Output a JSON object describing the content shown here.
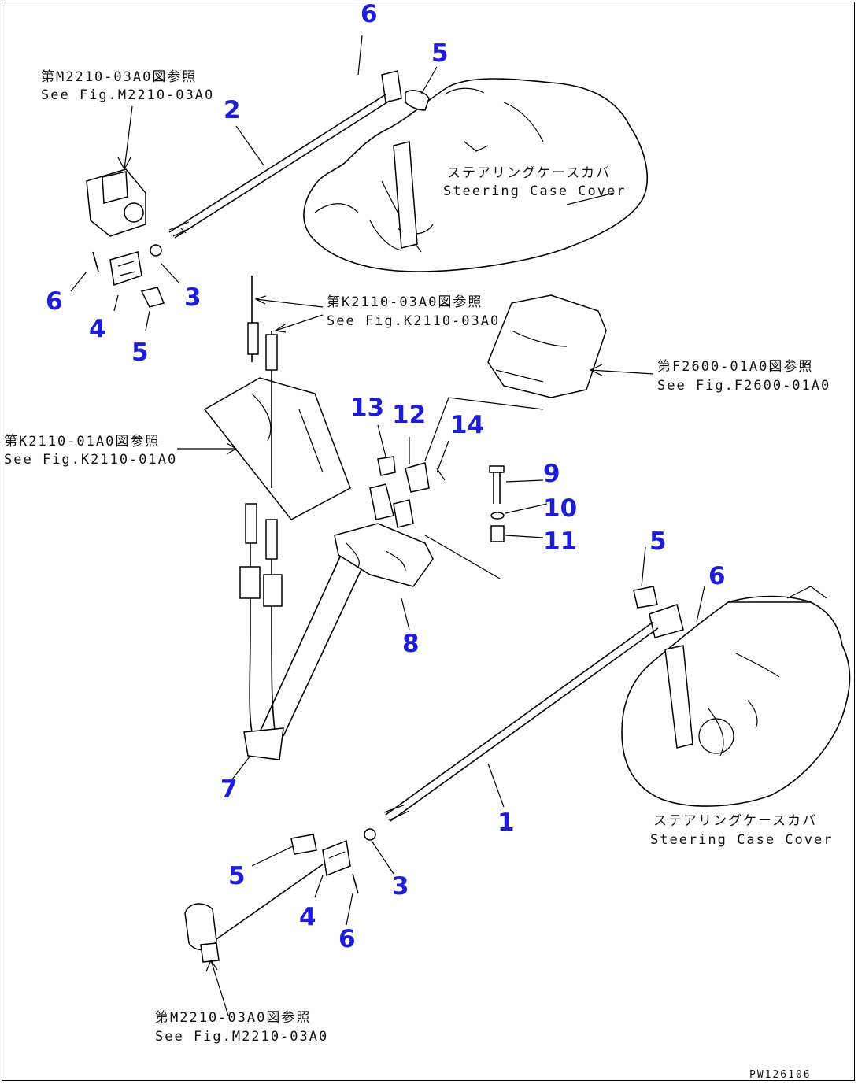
{
  "callouts": {
    "n6a": "6",
    "n5a": "5",
    "n2": "2",
    "n6b": "6",
    "n3a": "3",
    "n4a": "4",
    "n5b": "5",
    "n13": "13",
    "n12": "12",
    "n14": "14",
    "n9": "9",
    "n10": "10",
    "n11": "11",
    "n5c": "5",
    "n6c": "6",
    "n8": "8",
    "n7": "7",
    "n1": "1",
    "n5d": "5",
    "n3b": "3",
    "n4b": "4",
    "n6d": "6"
  },
  "references": {
    "m2210_top_jp": "第M2210-03A0図参照",
    "m2210_top_en": "See Fig.M2210-03A0",
    "k2110_03_jp": "第K2110-03A0図参照",
    "k2110_03_en": "See Fig.K2110-03A0",
    "f2600_jp": "第F2600-01A0図参照",
    "f2600_en": "See Fig.F2600-01A0",
    "k2110_01_jp": "第K2110-01A0図参照",
    "k2110_01_en": "See Fig.K2110-01A0",
    "m2210_bottom_jp": "第M2210-03A0図参照",
    "m2210_bottom_en": "See Fig.M2210-03A0"
  },
  "labels": {
    "steering_top_jp": "ステアリングケースカバ",
    "steering_top_en": "Steering Case Cover",
    "steering_bottom_jp": "ステアリングケースカバ",
    "steering_bottom_en": "Steering Case Cover"
  },
  "drawing_code": "PW126106",
  "colors": {
    "callout": "#1d1dd9",
    "line": "#000000",
    "background": "#ffffff"
  }
}
